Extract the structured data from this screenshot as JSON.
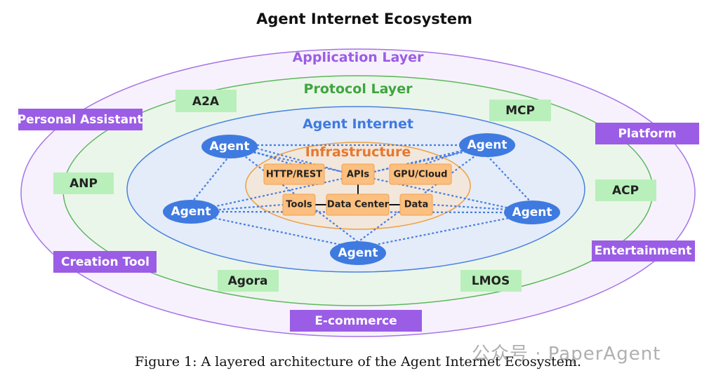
{
  "title": "Agent Internet Ecosystem",
  "layers": {
    "application": {
      "label": "Application Layer",
      "items": [
        "Personal Assistant",
        "Platform",
        "Creation Tool",
        "Entertainment",
        "E-commerce"
      ]
    },
    "protocol": {
      "label": "Protocol Layer",
      "items": [
        "A2A",
        "MCP",
        "ANP",
        "ACP",
        "Agora",
        "LMOS"
      ]
    },
    "agent_internet": {
      "label": "Agent Internet",
      "agents": [
        "Agent",
        "Agent",
        "Agent",
        "Agent",
        "Agent"
      ]
    },
    "infrastructure": {
      "label": "Infrastructure",
      "items": [
        "HTTP/REST",
        "APIs",
        "GPU/Cloud",
        "Tools",
        "Data Center",
        "Data"
      ]
    }
  },
  "caption": "Figure 1: A layered architecture of the Agent Internet Ecosystem.",
  "watermark": "公众号 · PaperAgent",
  "colors": {
    "application": "#9b5de5",
    "protocol": "#4caf50",
    "agent": "#3f7ae0",
    "infrastructure": "#e8772e"
  }
}
